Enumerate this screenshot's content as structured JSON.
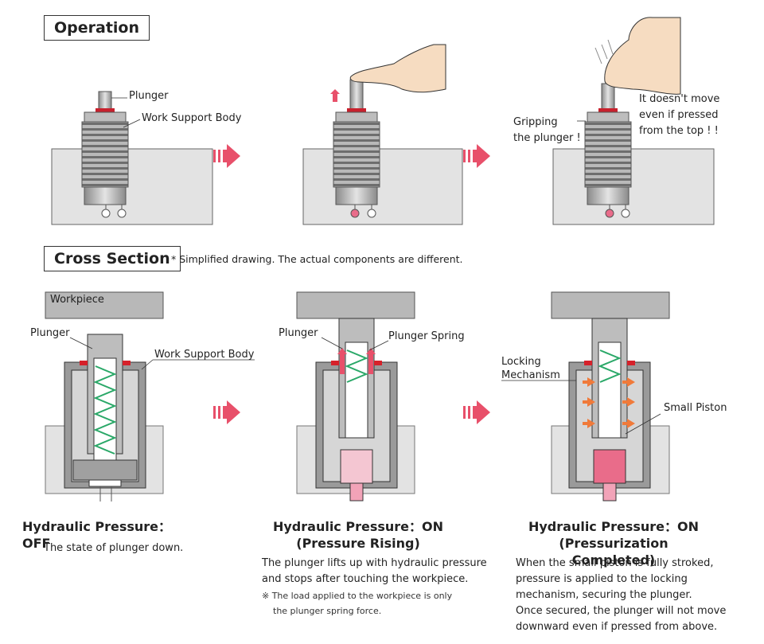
{
  "sections": {
    "operation": "Operation",
    "cross_section": "Cross Section"
  },
  "note": "* Simplified drawing. The actual components are different.",
  "operation_labels": {
    "plunger": "Plunger",
    "work_support_body": "Work Support Body",
    "gripping_line1": "Gripping",
    "gripping_line2": "the plunger !",
    "move_line1": "It doesn't move",
    "move_line2": "even if pressed",
    "move_line3": "from the top ! !"
  },
  "cross_labels": {
    "workpiece": "Workpiece",
    "plunger_a": "Plunger",
    "work_support_body": "Work Support Body",
    "plunger_b": "Plunger",
    "plunger_spring": "Plunger Spring",
    "locking_line1": "Locking",
    "locking_line2": "Mechanism",
    "small_piston": "Small Piston"
  },
  "captions": [
    {
      "title1": "Hydraulic Pressure：OFF",
      "text": [
        "The state of plunger down."
      ]
    },
    {
      "title1": "Hydraulic Pressure：ON",
      "title2": "(Pressure Rising)",
      "text": [
        "The plunger lifts up with hydraulic pressure",
        "and stops after touching the workpiece."
      ],
      "note": [
        "※ The load applied to the workpiece is only",
        "the plunger spring force."
      ]
    },
    {
      "title1": "Hydraulic Pressure：ON",
      "title2": "(Pressurization Completed)",
      "text": [
        "When the small piston is fully stroked,",
        "pressure is applied to the locking",
        "mechanism, securing the plunger.",
        "Once secured, the plunger will not move",
        "downward even if pressed from above."
      ]
    }
  ],
  "colors": {
    "arrow": "#e8506a",
    "block": "#e2e2e2",
    "spring": "#2aa868",
    "red_accent": "#d6212a",
    "pink": "#f2a3b8"
  }
}
